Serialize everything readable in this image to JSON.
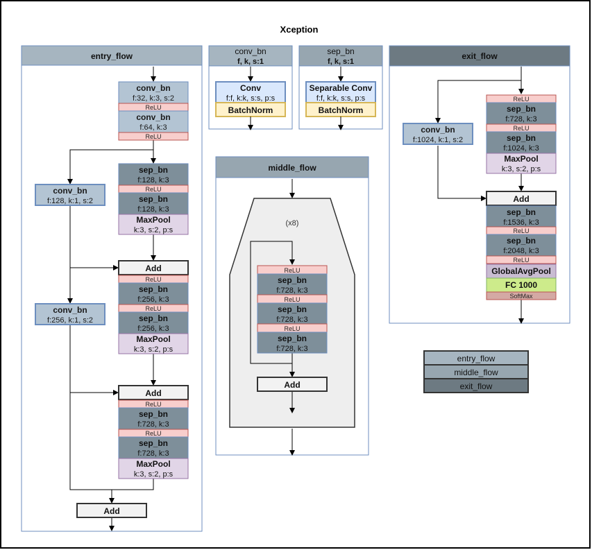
{
  "title": "Xception",
  "colors": {
    "entry_header": "#a6b5c0",
    "middle_header": "#97a6b0",
    "exit_header": "#6d7a82",
    "conv_fill": "#c4d3e1",
    "conv_stroke": "#6c8ebf",
    "sep_fill": "#7e8f9a",
    "relu_fill": "#f8cecc",
    "relu_stroke": "#b85450",
    "pool_fill": "#e1d5e7",
    "pool_stroke": "#9673a6",
    "add_fill": "#f2f2f2",
    "fc_fill": "#cdeb8b",
    "bn_fill": "#fff2cc",
    "bn_stroke": "#d6b656",
    "gap_fill": "#c9bcd2",
    "softmax_fill": "#d4a9a4",
    "light_conv_fill": "#dae8fc"
  },
  "entry_flow": {
    "label": "entry_flow",
    "blocks": [
      {
        "title": "conv_bn",
        "sub": "f:32, k:3, s:2"
      },
      {
        "title": "ReLU"
      },
      {
        "title": "conv_bn",
        "sub": "f:64, k:3"
      },
      {
        "title": "ReLU"
      },
      {
        "title": "sep_bn",
        "sub": "f:128, k:3"
      },
      {
        "title": "ReLU"
      },
      {
        "title": "sep_bn",
        "sub": "f:128, k:3"
      },
      {
        "title": "MaxPool",
        "sub": "k:3, s:2, p:s"
      },
      {
        "title": "conv_bn",
        "sub": "f:128, k:1, s:2"
      },
      {
        "title": "Add"
      },
      {
        "title": "ReLU"
      },
      {
        "title": "sep_bn",
        "sub": "f:256, k:3"
      },
      {
        "title": "ReLU"
      },
      {
        "title": "sep_bn",
        "sub": "f:256, k:3"
      },
      {
        "title": "MaxPool",
        "sub": "k:3, s:2, p:s"
      },
      {
        "title": "conv_bn",
        "sub": "f:256, k:1, s:2"
      },
      {
        "title": "Add"
      },
      {
        "title": "ReLU"
      },
      {
        "title": "sep_bn",
        "sub": "f:728, k:3"
      },
      {
        "title": "ReLU"
      },
      {
        "title": "sep_bn",
        "sub": "f:728, k:3"
      },
      {
        "title": "MaxPool",
        "sub": "k:3, s:2, p:s"
      },
      {
        "title": "Add"
      }
    ]
  },
  "conv_bn_def": {
    "title": "conv_bn",
    "params": "f, k, s:1",
    "conv_title": "Conv",
    "conv_sub": "f:f, k:k, s:s, p:s",
    "bn": "BatchNorm"
  },
  "sep_bn_def": {
    "title": "sep_bn",
    "params": "f, k, s:1",
    "conv_title": "Separable Conv",
    "conv_sub": "f:f, k:k, s:s, p:s",
    "bn": "BatchNorm"
  },
  "middle_flow": {
    "label": "middle_flow",
    "repeat": "(x8)",
    "blocks": [
      {
        "title": "ReLU"
      },
      {
        "title": "sep_bn",
        "sub": "f:728, k:3"
      },
      {
        "title": "ReLU"
      },
      {
        "title": "sep_bn",
        "sub": "f:728, k:3"
      },
      {
        "title": "ReLU"
      },
      {
        "title": "sep_bn",
        "sub": "f:728, k:3"
      },
      {
        "title": "Add"
      }
    ]
  },
  "exit_flow": {
    "label": "exit_flow",
    "blocks": [
      {
        "title": "ReLU"
      },
      {
        "title": "sep_bn",
        "sub": "f:728, k:3"
      },
      {
        "title": "ReLU"
      },
      {
        "title": "sep_bn",
        "sub": "f:1024, k:3"
      },
      {
        "title": "MaxPool",
        "sub": "k:3, s:2, p:s"
      },
      {
        "title": "conv_bn",
        "sub": "f:1024, k:1, s:2"
      },
      {
        "title": "Add"
      },
      {
        "title": "sep_bn",
        "sub": "f:1536, k:3"
      },
      {
        "title": "ReLU"
      },
      {
        "title": "sep_bn",
        "sub": "f:2048, k:3"
      },
      {
        "title": "ReLU"
      },
      {
        "title": "GlobalAvgPool"
      },
      {
        "title": "FC 1000"
      },
      {
        "title": "SoftMax"
      }
    ]
  },
  "legend": [
    "entry_flow",
    "middle_flow",
    "exit_flow"
  ]
}
